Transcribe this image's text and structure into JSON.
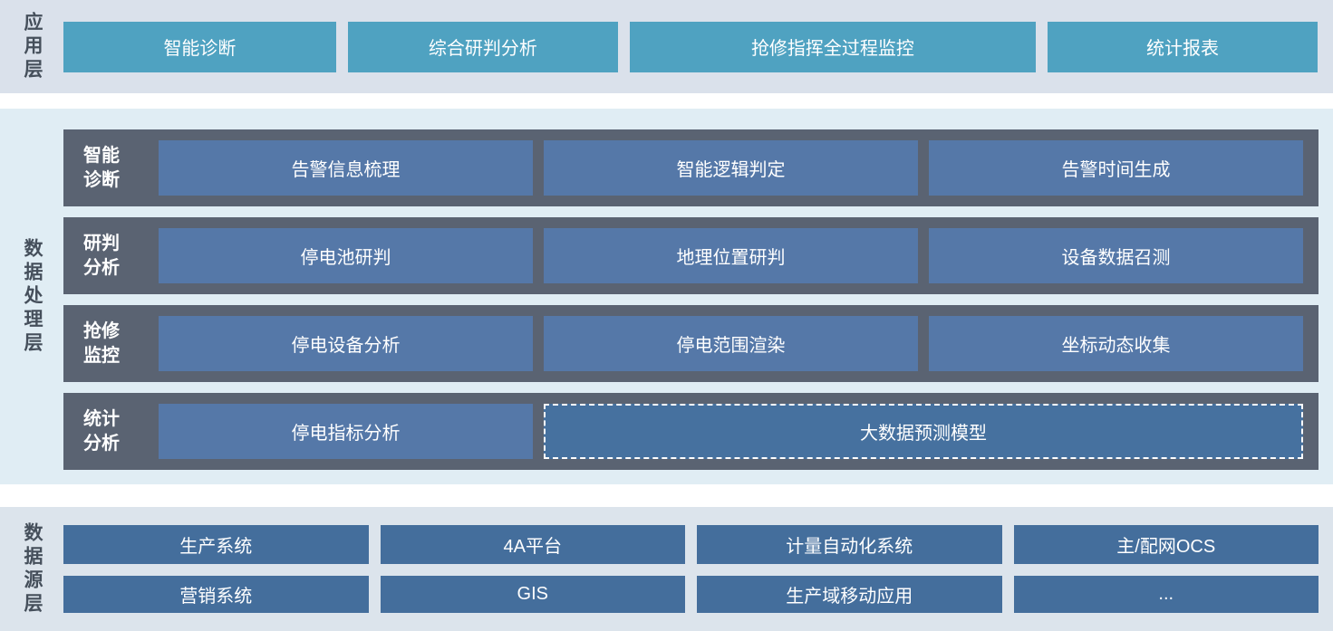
{
  "colors": {
    "app_button_teal": "#4FA2C1",
    "processing_row_bg": "#5A6372",
    "processing_button_blue": "#5578A8",
    "dashed_button_blue": "#46719F",
    "source_button_blue": "#446E9C",
    "app_band_bg": "#DAE1EB",
    "processing_band_bg": "#E0EDF4",
    "source_band_bg": "#DCE4EC",
    "layer_label_text": "#454F5B"
  },
  "app_layer": {
    "label": "应用层",
    "buttons": [
      "智能诊断",
      "综合研判分析",
      "抢修指挥全过程监控",
      "统计报表"
    ]
  },
  "processing_layer": {
    "label": "数据处理层",
    "rows": [
      {
        "label": "智能\n诊断",
        "buttons": [
          "告警信息梳理",
          "智能逻辑判定",
          "告警时间生成"
        ]
      },
      {
        "label": "研判\n分析",
        "buttons": [
          "停电池研判",
          "地理位置研判",
          "设备数据召测"
        ]
      },
      {
        "label": "抢修\n监控",
        "buttons": [
          "停电设备分析",
          "停电范围渲染",
          "坐标动态收集"
        ]
      },
      {
        "label": "统计\n分析",
        "buttons": [
          "停电指标分析"
        ],
        "dashed_button": "大数据预测模型"
      }
    ]
  },
  "source_layer": {
    "label": "数据源层",
    "buttons": [
      "生产系统",
      "4A平台",
      "计量自动化系统",
      "主/配网OCS",
      "营销系统",
      "GIS",
      "生产域移动应用",
      "..."
    ]
  }
}
